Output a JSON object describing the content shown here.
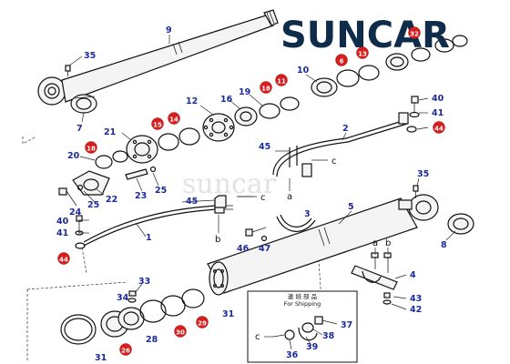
{
  "brand": {
    "logo_text": "SUNCAR",
    "watermark": "suncar",
    "colors": {
      "logo": "#0f2d4a",
      "logo_accent": "#d61e1e",
      "callout_text": "#1b2a9c",
      "callout_badge": "#d61e1e"
    }
  },
  "shipping_box": {
    "title_jp": "連 続 部 品",
    "title_en": "For Shipping"
  },
  "callouts": [
    {
      "id": "c9",
      "text": "9",
      "highlight": false
    },
    {
      "id": "c35a",
      "text": "35",
      "highlight": false
    },
    {
      "id": "c7",
      "text": "7",
      "highlight": false
    },
    {
      "id": "c10",
      "text": "10",
      "highlight": false
    },
    {
      "id": "c11",
      "text": "11",
      "highlight": true
    },
    {
      "id": "c18a",
      "text": "18",
      "highlight": true
    },
    {
      "id": "c6",
      "text": "6",
      "highlight": true
    },
    {
      "id": "c13",
      "text": "13",
      "highlight": true
    },
    {
      "id": "c32",
      "text": "32",
      "highlight": true
    },
    {
      "id": "c19",
      "text": "19",
      "highlight": false
    },
    {
      "id": "c16",
      "text": "16",
      "highlight": false
    },
    {
      "id": "c12",
      "text": "12",
      "highlight": false
    },
    {
      "id": "c21",
      "text": "21",
      "highlight": false
    },
    {
      "id": "c15",
      "text": "15",
      "highlight": true
    },
    {
      "id": "c14",
      "text": "14",
      "highlight": true
    },
    {
      "id": "c20",
      "text": "20",
      "highlight": false
    },
    {
      "id": "c18b",
      "text": "18",
      "highlight": true
    },
    {
      "id": "c22",
      "text": "22",
      "highlight": false
    },
    {
      "id": "c23",
      "text": "23",
      "highlight": false
    },
    {
      "id": "c25a",
      "text": "25",
      "highlight": false
    },
    {
      "id": "c25b",
      "text": "25",
      "highlight": false
    },
    {
      "id": "c24",
      "text": "24",
      "highlight": false
    },
    {
      "id": "c40a",
      "text": "40",
      "highlight": false
    },
    {
      "id": "c41a",
      "text": "41",
      "highlight": false
    },
    {
      "id": "c44a",
      "text": "44",
      "highlight": true
    },
    {
      "id": "c45a",
      "text": "45",
      "highlight": false
    },
    {
      "id": "c1",
      "text": "1",
      "highlight": false
    },
    {
      "id": "c46",
      "text": "46",
      "highlight": false
    },
    {
      "id": "c47",
      "text": "47",
      "highlight": false
    },
    {
      "id": "c3",
      "text": "3",
      "highlight": false
    },
    {
      "id": "c5",
      "text": "5",
      "highlight": false
    },
    {
      "id": "c45b",
      "text": "45",
      "highlight": false
    },
    {
      "id": "c2",
      "text": "2",
      "highlight": false
    },
    {
      "id": "c40b",
      "text": "40",
      "highlight": false
    },
    {
      "id": "c41b",
      "text": "41",
      "highlight": false
    },
    {
      "id": "c44b",
      "text": "44",
      "highlight": true
    },
    {
      "id": "c35b",
      "text": "35",
      "highlight": false
    },
    {
      "id": "c8",
      "text": "8",
      "highlight": false
    },
    {
      "id": "c4",
      "text": "4",
      "highlight": false
    },
    {
      "id": "c43",
      "text": "43",
      "highlight": false
    },
    {
      "id": "c42",
      "text": "42",
      "highlight": false
    },
    {
      "id": "c33",
      "text": "33",
      "highlight": false
    },
    {
      "id": "c34",
      "text": "34",
      "highlight": false
    },
    {
      "id": "c30",
      "text": "30",
      "highlight": true
    },
    {
      "id": "c29",
      "text": "29",
      "highlight": true
    },
    {
      "id": "c31a",
      "text": "31",
      "highlight": false
    },
    {
      "id": "c28",
      "text": "28",
      "highlight": false
    },
    {
      "id": "c26",
      "text": "26",
      "highlight": true
    },
    {
      "id": "c31b",
      "text": "31",
      "highlight": false
    },
    {
      "id": "c37",
      "text": "37",
      "highlight": false
    },
    {
      "id": "c38",
      "text": "38",
      "highlight": false
    },
    {
      "id": "c39",
      "text": "39",
      "highlight": false
    },
    {
      "id": "c36",
      "text": "36",
      "highlight": false
    }
  ],
  "letters": [
    {
      "id": "la1",
      "text": "a"
    },
    {
      "id": "lc1",
      "text": "c"
    },
    {
      "id": "lb1",
      "text": "b"
    },
    {
      "id": "lc2",
      "text": "c"
    },
    {
      "id": "la2",
      "text": "a"
    },
    {
      "id": "la3",
      "text": "a"
    },
    {
      "id": "lb2",
      "text": "b"
    },
    {
      "id": "lc3",
      "text": "c"
    }
  ]
}
